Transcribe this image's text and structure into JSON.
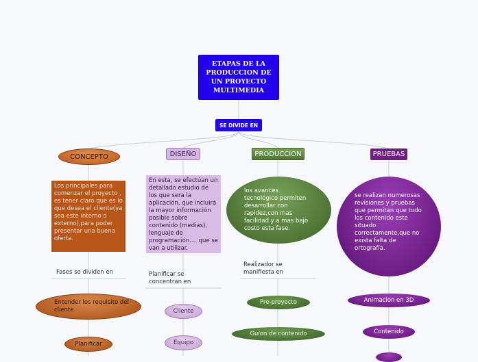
{
  "root": {
    "title": "ETAPAS DE LA PRODUCCION DE UN PROYECTO MULTIMEDIA"
  },
  "connector": {
    "label": "SE DIVIDE EN"
  },
  "branches": {
    "concepto": {
      "label": "CONCEPTO",
      "description": "Los principales para comenzar el proyecto , es tener claro que es lo que desea el cliente(ya sea este interno o externo),para poder presentar una buena oferta.",
      "sub_label": "Fases se dividen en",
      "items": [
        "Entender los requisito del cliente",
        "Planificar"
      ]
    },
    "diseno": {
      "label": "DISEÑO",
      "description": "En esta, se efectúan un detallado estudio de los que sera la aplicación, que incluirá la mayor información posible sobre contenido (medias), lenguaje de programación.... que se van a utilizar.",
      "sub_label": "Planificar se concentran en",
      "items": [
        "Cliente",
        "Equipo"
      ]
    },
    "produccion": {
      "label": "PRODUCCION",
      "description": "los avances tecnológico permiten desarrollar con rapidez,con mas facilidad y a mas bajo costo esta fase.",
      "sub_label": "Realizador se manifiesta en",
      "items": [
        "Pre-proyecto",
        "Guion de contenido"
      ]
    },
    "pruebas": {
      "label": "PRUEBAS",
      "description": "se realizan numerosas revisiones y pruebas que permitan que todo los contenido este situado correctamente,que no exista falta de ortografía.",
      "items": [
        "Animacion en 3D",
        "Contenido"
      ]
    }
  },
  "colors": {
    "root": "#2200ee",
    "concepto": "#b8561a",
    "diseno": "#d6b6e2",
    "produccion": "#4f7634",
    "pruebas": "#6d1e80"
  }
}
